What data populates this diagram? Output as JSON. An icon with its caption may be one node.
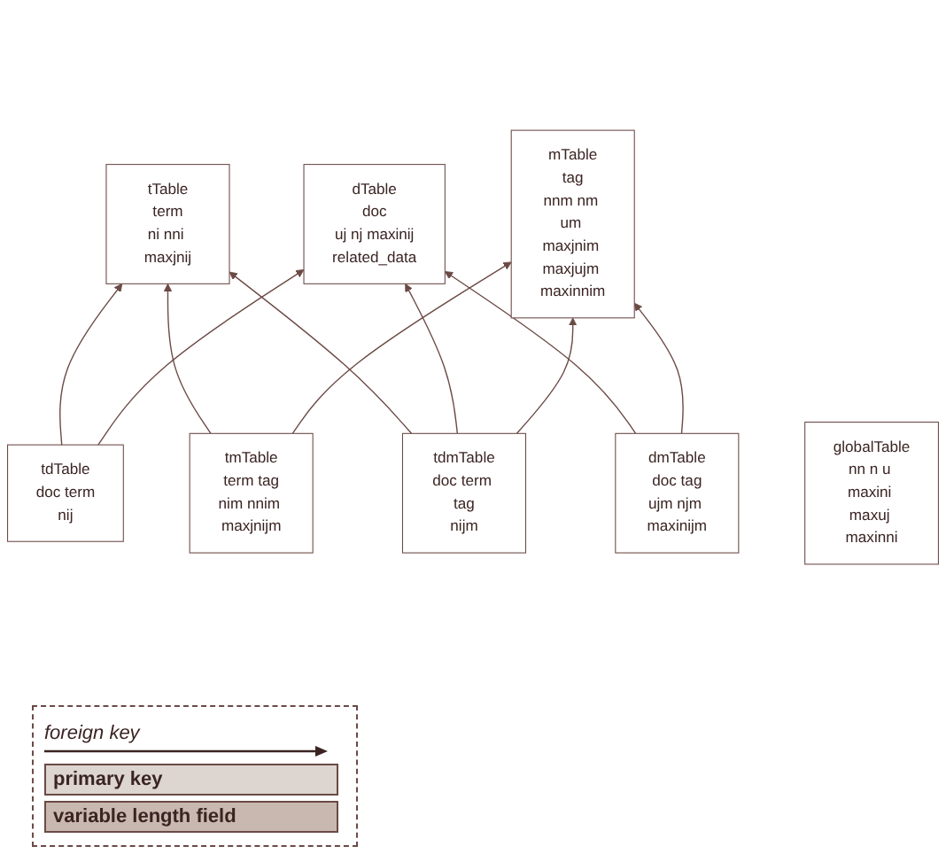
{
  "diagram": {
    "nodes": [
      {
        "text": [
          "tTable",
          "term",
          "ni nni maxjnij"
        ]
      },
      {
        "text": [
          "dTable",
          "doc",
          "uj nj maxinij",
          "related_data"
        ]
      },
      {
        "text": [
          "mTable",
          "tag",
          "nnm nm um maxjnim maxjujm maxinnim"
        ]
      },
      {
        "text": [
          "tdTable",
          "doc term",
          "nij"
        ]
      },
      {
        "text": [
          "tmTable",
          "term tag",
          "nim nnim maxjnijm"
        ]
      },
      {
        "text": [
          "dmTable",
          "doc tag",
          "ujm njm maxinijm"
        ]
      },
      {
        "text": [
          "tdmTable",
          "doc term tag",
          "nijm"
        ]
      },
      {
        "text": [
          "globalTable",
          "nn n u maxini maxuj maxinni"
        ]
      }
    ],
    "edges": [
      {
        "from": 3,
        "to": 0,
        "arrow": "to"
      },
      {
        "from": 4,
        "to": 0,
        "arrow": "to"
      },
      {
        "from": 6,
        "to": 0,
        "arrow": "to"
      },
      {
        "from": 3,
        "to": 1,
        "arrow": "to"
      },
      {
        "from": 5,
        "to": 1,
        "arrow": "to"
      },
      {
        "from": 6,
        "to": 1,
        "arrow": "to"
      },
      {
        "from": 4,
        "to": 2,
        "arrow": "to"
      },
      {
        "from": 5,
        "to": 2,
        "arrow": "to"
      },
      {
        "from": 6,
        "to": 2,
        "arrow": "to"
      }
    ],
    "legend": [
      {
        "text": "foreign key"
      },
      {
        "text": "primary key",
        "color": "#ddd5d0"
      },
      {
        "text": "variable length field",
        "color": "#c9b8b0"
      }
    ]
  }
}
